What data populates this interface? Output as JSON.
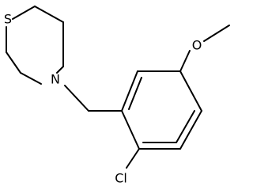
{
  "molecule": {
    "atoms": {
      "sulfur": "S",
      "nitrogen": "N",
      "oxygen": "O",
      "chlorine": "Cl"
    }
  }
}
